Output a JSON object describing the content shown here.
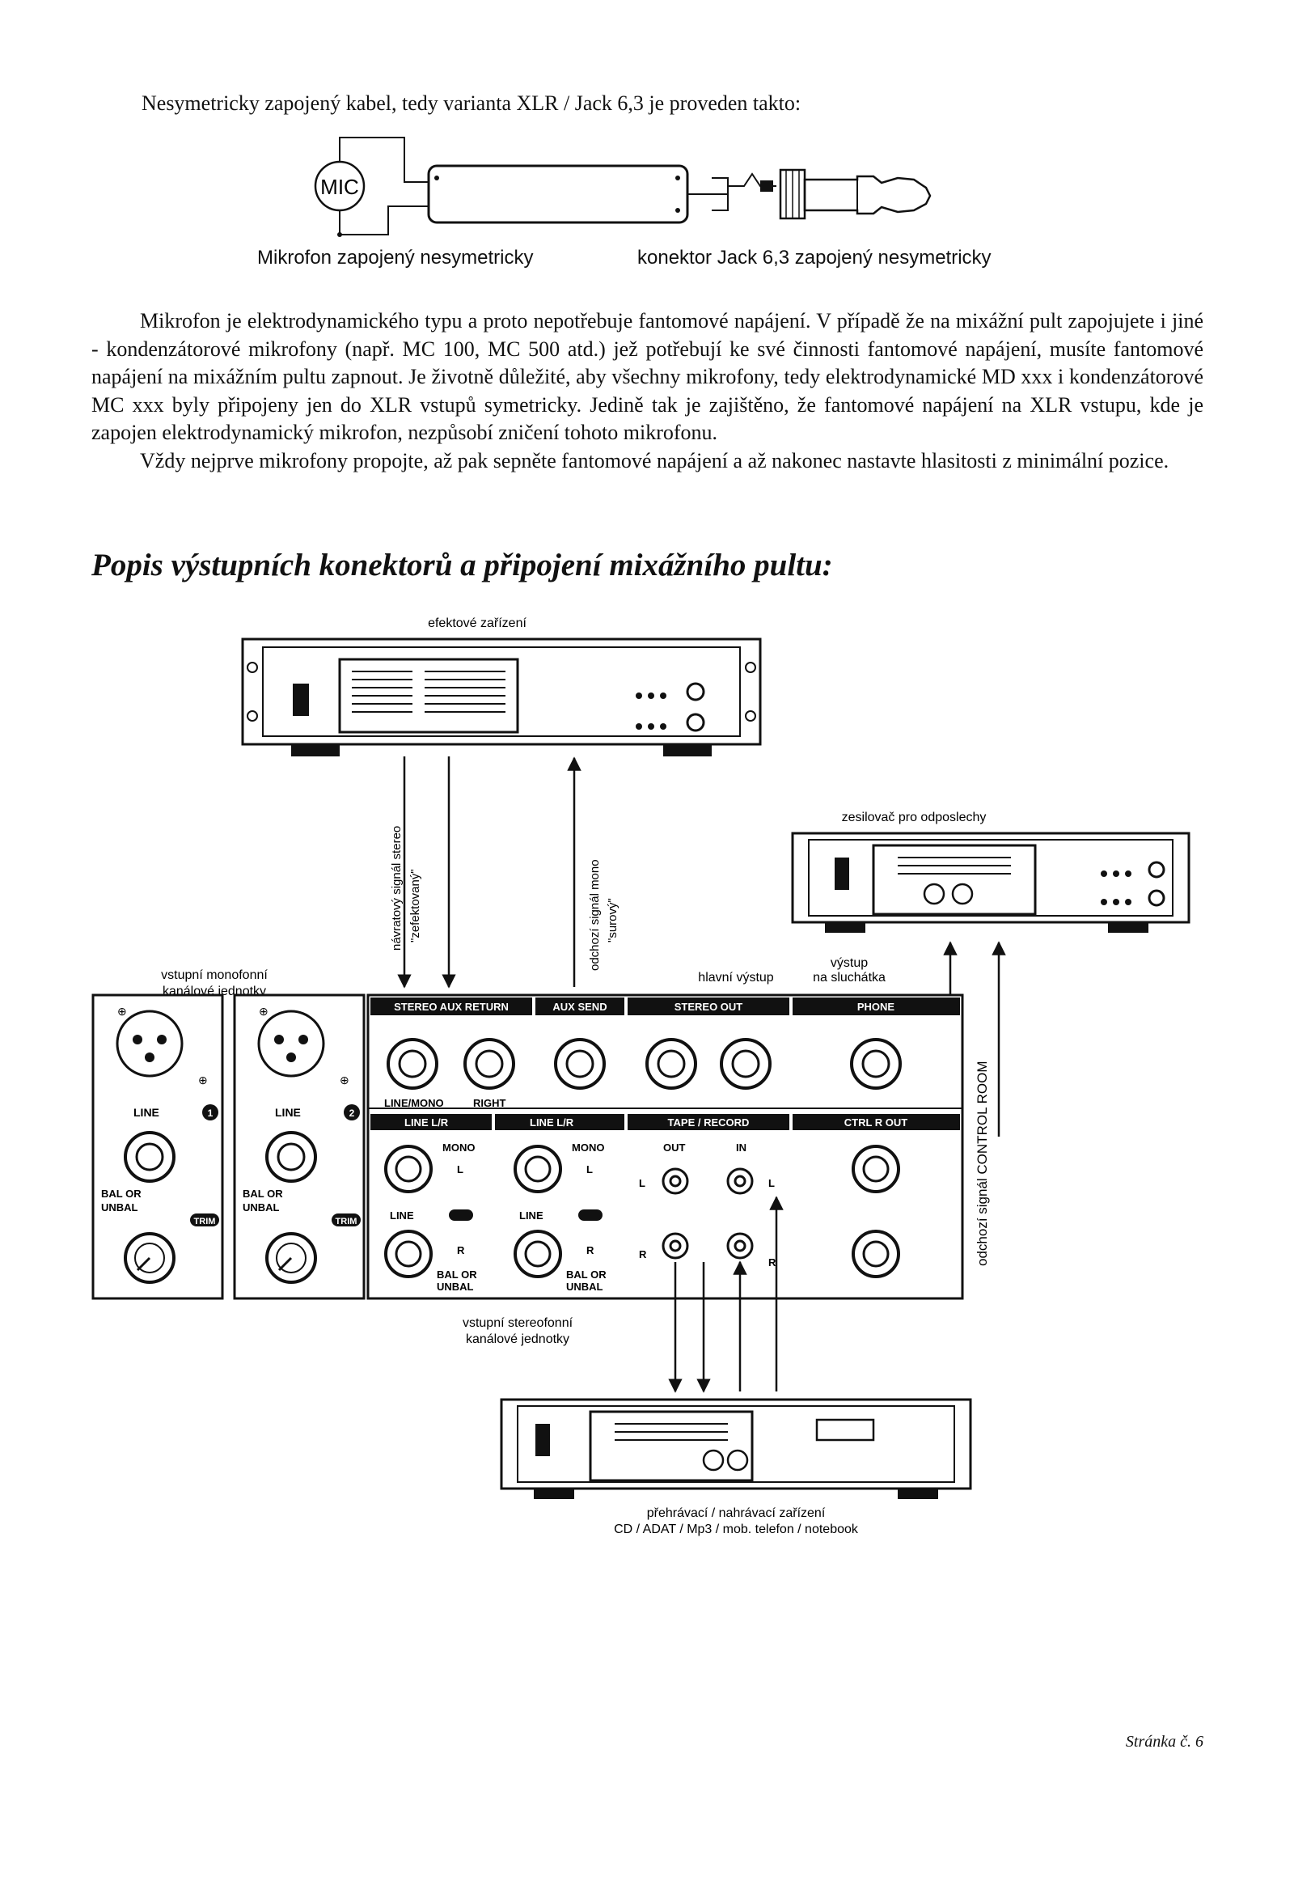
{
  "intro": "Nesymetricky zapojený kabel, tedy varianta XLR / Jack 6,3 je proveden takto:",
  "fig1": {
    "mic_label": "MIC",
    "caption_mic": "Mikrofon zapojený nesymetricky",
    "caption_jack": "konektor Jack 6,3 zapojený nesymetricky"
  },
  "paragraphs": [
    "Mikrofon je elektrodynamického typu a proto nepotřebuje fantomové napájení. V případě že na mixážní pult zapojujete i jiné - kondenzátorové mikrofony (např. MC 100, MC 500 atd.) jež potřebují ke své činnosti fantomové napájení, musíte fantomové napájení na mixážním pultu zapnout. Je životně důležité, aby všechny mikrofony, tedy elektrodynamické MD xxx i kondenzátorové MC xxx byly připojeny jen do XLR vstupů symetricky. Jedině tak je zajištěno, že fantomové napájení na XLR vstupu, kde je zapojen elektrodynamický mikrofon, nezpůsobí zničení tohoto mikrofonu.",
    "Vždy nejprve mikrofony propojte, až pak sepněte fantomové napájení a až nakonec nastavte hlasitosti z minimální pozice."
  ],
  "section_title": "Popis výstupních konektorů a připojení mixážního pultu:",
  "fig2": {
    "effects_device": "efektové zařízení",
    "monitor_amp": "zesilovač pro odposlechy",
    "return_signal_1": "návratový signál stereo",
    "return_signal_2": "\"zefektovaný\"",
    "send_signal_1": "odchozí signál mono",
    "send_signal_2": "\"surový\"",
    "mono_units_1": "vstupní monofonní",
    "mono_units_2": "kanálové jednotky",
    "main_out": "hlavní výstup",
    "phones_out_1": "výstup",
    "phones_out_2": "na sluchátka",
    "control_room": "odchozí signál CONTROL ROOM",
    "stereo_units_1": "vstupní stereofonní",
    "stereo_units_2": "kanálové jednotky",
    "player_1": "přehrávací / nahrávací zařízení",
    "player_2": "CD / ADAT / Mp3 / mob. telefon / notebook",
    "hdr_aux_return": "STEREO AUX RETURN",
    "hdr_aux_send": "AUX SEND",
    "hdr_stereo_out": "STEREO OUT",
    "hdr_phone": "PHONE",
    "hdr_line_lr_1": "LINE L/R",
    "hdr_line_lr_2": "LINE L/R",
    "hdr_tape": "TAPE / RECORD",
    "hdr_ctrl": "CTRL R OUT",
    "lbl_line_mono": "LINE/MONO",
    "lbl_right": "RIGHT",
    "lbl_line": "LINE",
    "lbl_bal": "BAL OR",
    "lbl_unbal": "UNBAL",
    "lbl_trim": "TRIM",
    "lbl_mono": "MONO",
    "lbl_l": "L",
    "lbl_r": "R",
    "lbl_out": "OUT",
    "lbl_in": "IN",
    "ch1": "1",
    "ch2": "2"
  },
  "page_number": "Stránka č. 6"
}
